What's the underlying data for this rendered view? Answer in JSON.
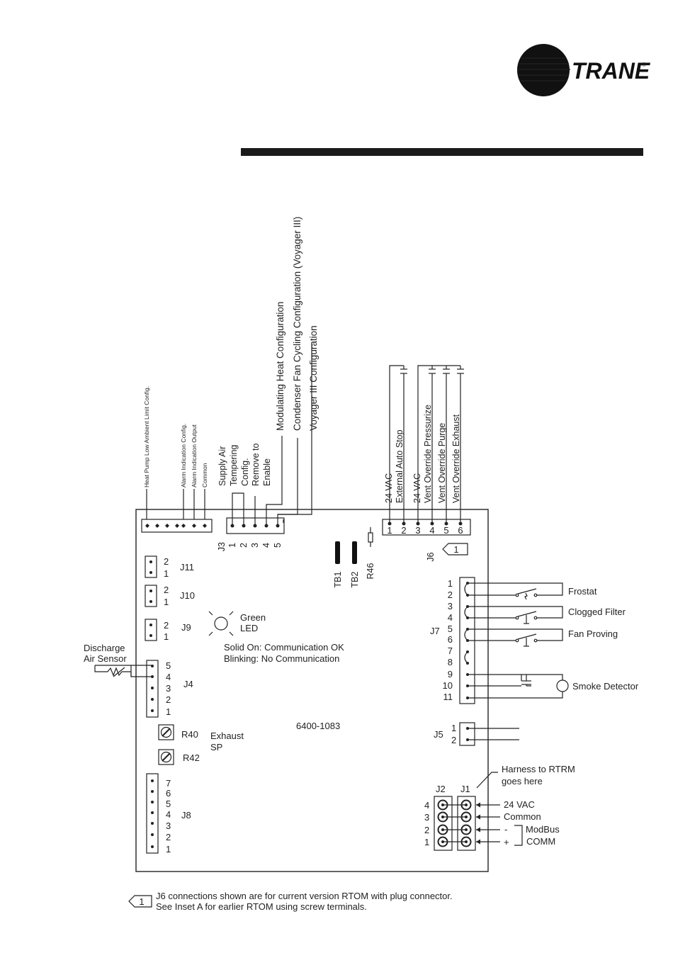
{
  "brand": {
    "name": "TRANE",
    "registered": "®"
  },
  "vertical_labels": {
    "hp_ambient": "Heat Pump Low Ambient Limit Config.",
    "alarm_config": "Alarm Indication Config.",
    "alarm_output": "Alarm Indication Output",
    "common": "Common",
    "modulating": "Modulating Heat Configuration",
    "condenser": "Condenser Fan Cycling Configuration (Voyager III)",
    "voyager": "Voyager III Configuration",
    "j6_1": "24 VAC",
    "j6_2": "External Auto Stop",
    "j6_3": "24 VAC",
    "j6_4": "Vent Override Pressurize",
    "j6_5": "Vent Override Purge",
    "j6_6": "Vent Override Exhaust",
    "j3": "J3",
    "tb1": "TB1",
    "tb2": "TB2",
    "r46": "R46",
    "j6": "J6"
  },
  "supply_air": [
    "Supply Air",
    "Tempering",
    "Config.",
    "Remove to",
    "Enable"
  ],
  "j3_pins": [
    "1",
    "2",
    "3",
    "4",
    "5"
  ],
  "j6_pins": [
    "1",
    "2",
    "3",
    "4",
    "5",
    "6"
  ],
  "j6_tag": "1",
  "connectors": {
    "j11": {
      "label": "J11",
      "pins": [
        "2",
        "1"
      ]
    },
    "j10": {
      "label": "J10",
      "pins": [
        "2",
        "1"
      ]
    },
    "j9": {
      "label": "J9",
      "pins": [
        "2",
        "1"
      ]
    },
    "j4": {
      "label": "J4",
      "pins": [
        "5",
        "4",
        "3",
        "2",
        "1"
      ]
    },
    "j8": {
      "label": "J8",
      "pins": [
        "7",
        "6",
        "5",
        "4",
        "3",
        "2",
        "1"
      ]
    },
    "j7": {
      "label": "J7",
      "pins": [
        "1",
        "2",
        "3",
        "4",
        "5",
        "6",
        "7",
        "8",
        "9",
        "10",
        "11"
      ]
    },
    "j5": {
      "label": "J5",
      "pins": [
        "1",
        "2"
      ]
    },
    "j2": {
      "label": "J2",
      "pins": [
        "4",
        "3",
        "2",
        "1"
      ]
    },
    "j1": {
      "label": "J1"
    }
  },
  "led": {
    "line1": "Green",
    "line2": "LED"
  },
  "led_status": {
    "line1": "Solid On: Communication OK",
    "line2": "Blinking: No Communication"
  },
  "discharge": {
    "line1": "Discharge",
    "line2": "Air Sensor"
  },
  "r40": "R40",
  "r42": "R42",
  "exhaust": {
    "line1": "Exhaust",
    "line2": "SP"
  },
  "part_number": "6400-1083",
  "j7_devices": {
    "frostat": "Frostat",
    "clogged": "Clogged Filter",
    "fan": "Fan Proving",
    "smoke": "Smoke Detector"
  },
  "harness": {
    "line1": "Harness to RTRM",
    "line2": "goes here"
  },
  "j1_signals": {
    "vac": "24 VAC",
    "common": "Common",
    "minus": "-",
    "plus": "+",
    "modbus": "ModBus",
    "comm": "COMM"
  },
  "footnote": {
    "tag": "1",
    "line1": "J6 connections shown are for current version RTOM with plug connector.",
    "line2": "See Inset A for earlier RTOM using screw terminals."
  }
}
